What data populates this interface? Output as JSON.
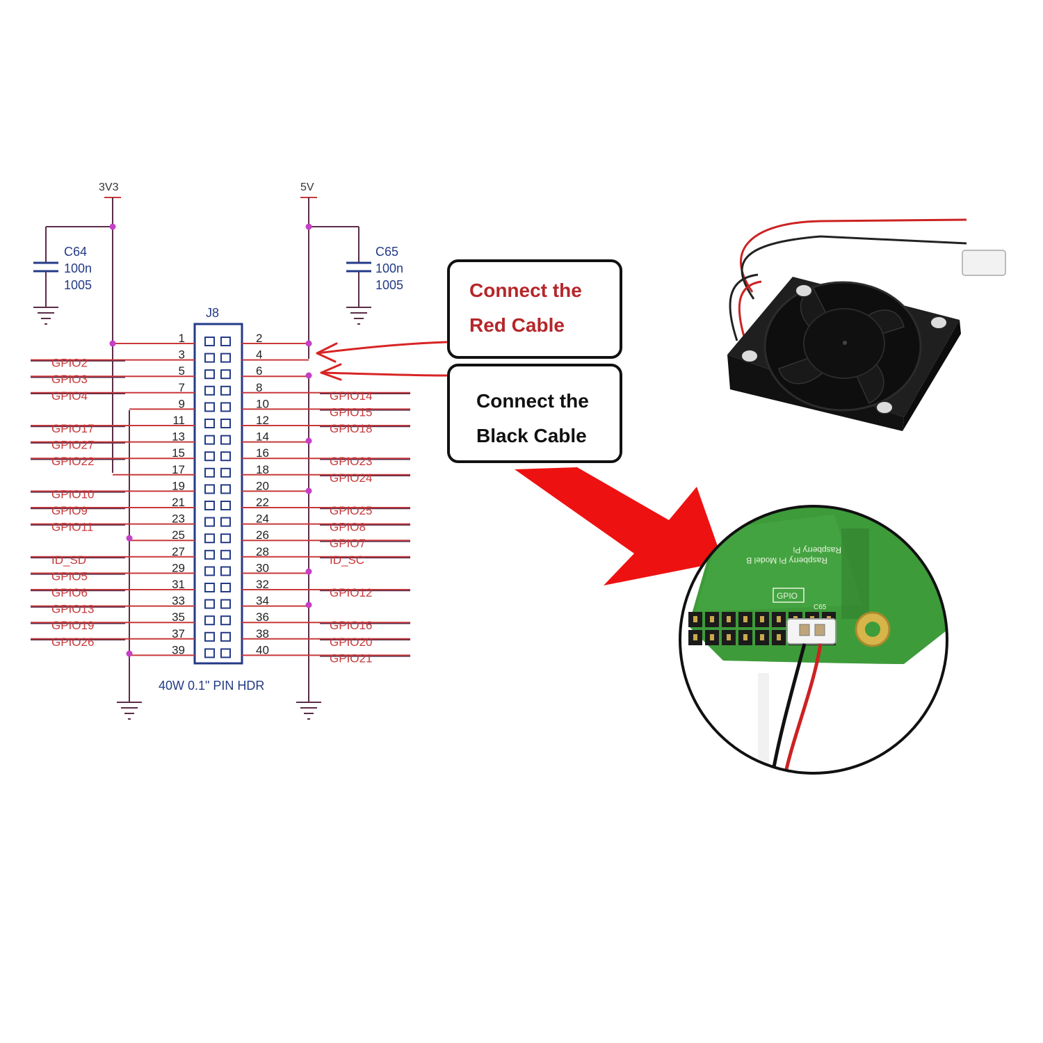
{
  "rails": {
    "left": "3V3",
    "right": "5V"
  },
  "capacitors": [
    {
      "ref": "C64",
      "value": "100n",
      "package": "1005"
    },
    {
      "ref": "C65",
      "value": "100n",
      "package": "1005"
    }
  ],
  "connector": {
    "ref": "J8",
    "description": "40W 0.1\" PIN HDR"
  },
  "left_pins": [
    {
      "pin": "1",
      "label": ""
    },
    {
      "pin": "3",
      "label": "GPIO2"
    },
    {
      "pin": "5",
      "label": "GPIO3"
    },
    {
      "pin": "7",
      "label": "GPIO4"
    },
    {
      "pin": "9",
      "label": ""
    },
    {
      "pin": "11",
      "label": "GPIO17"
    },
    {
      "pin": "13",
      "label": "GPIO27"
    },
    {
      "pin": "15",
      "label": "GPIO22"
    },
    {
      "pin": "17",
      "label": ""
    },
    {
      "pin": "19",
      "label": "GPIO10"
    },
    {
      "pin": "21",
      "label": "GPIO9"
    },
    {
      "pin": "23",
      "label": "GPIO11"
    },
    {
      "pin": "25",
      "label": ""
    },
    {
      "pin": "27",
      "label": "ID_SD"
    },
    {
      "pin": "29",
      "label": "GPIO5"
    },
    {
      "pin": "31",
      "label": "GPIO6"
    },
    {
      "pin": "33",
      "label": "GPIO13"
    },
    {
      "pin": "35",
      "label": "GPIO19"
    },
    {
      "pin": "37",
      "label": "GPIO26"
    },
    {
      "pin": "39",
      "label": ""
    }
  ],
  "right_pins": [
    {
      "pin": "2",
      "label": ""
    },
    {
      "pin": "4",
      "label": ""
    },
    {
      "pin": "6",
      "label": ""
    },
    {
      "pin": "8",
      "label": "GPIO14"
    },
    {
      "pin": "10",
      "label": "GPIO15"
    },
    {
      "pin": "12",
      "label": "GPIO18"
    },
    {
      "pin": "14",
      "label": ""
    },
    {
      "pin": "16",
      "label": "GPIO23"
    },
    {
      "pin": "18",
      "label": "GPIO24"
    },
    {
      "pin": "20",
      "label": ""
    },
    {
      "pin": "22",
      "label": "GPIO25"
    },
    {
      "pin": "24",
      "label": "GPIO8"
    },
    {
      "pin": "26",
      "label": "GPIO7"
    },
    {
      "pin": "28",
      "label": "ID_SC"
    },
    {
      "pin": "30",
      "label": ""
    },
    {
      "pin": "32",
      "label": "GPIO12"
    },
    {
      "pin": "34",
      "label": ""
    },
    {
      "pin": "36",
      "label": "GPIO16"
    },
    {
      "pin": "38",
      "label": "GPIO20"
    },
    {
      "pin": "40",
      "label": "GPIO21"
    }
  ],
  "callouts": {
    "red": {
      "line1": "Connect the",
      "line2": "Red Cable"
    },
    "black": {
      "line1": "Connect the",
      "line2": "Black Cable"
    }
  },
  "board_silkscreen": {
    "brand": "Raspberry Pi",
    "model": "Raspberry Pi Model B",
    "gpio": "GPIO",
    "cap": "C65"
  },
  "colors": {
    "net": "#c8383a",
    "wire": "#5a2c47",
    "junction": "#c63fc6",
    "connector": "#233a86",
    "arrow": "#ee1111",
    "pcb": "#3e9b3a"
  }
}
